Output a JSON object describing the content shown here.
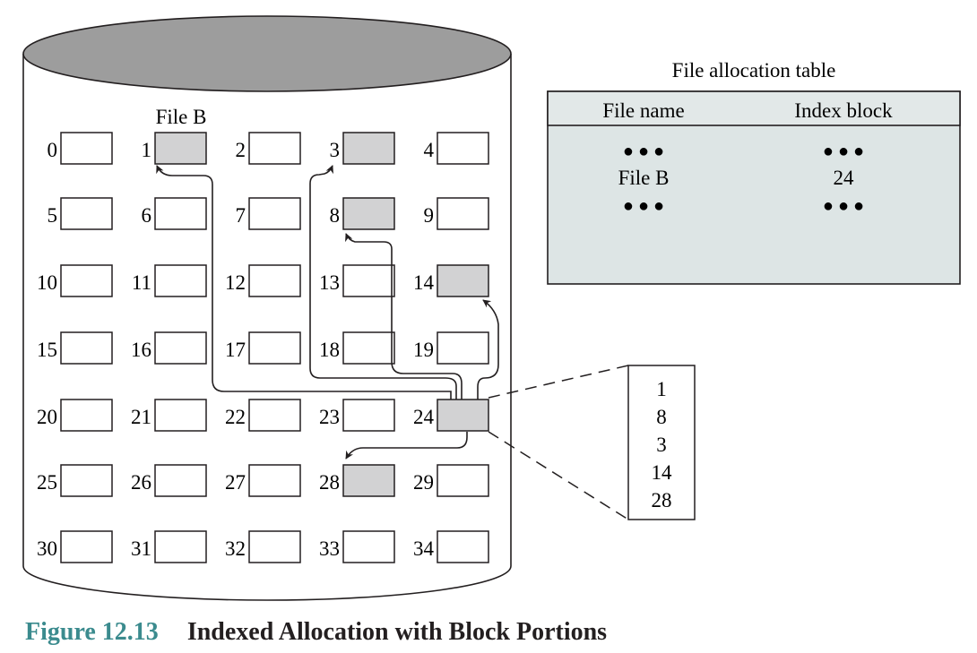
{
  "colors": {
    "accent": "#3b8b8e",
    "disk_top": "#9d9d9d",
    "allocated_block": "#d2d2d3",
    "table_header": "#e2e8e8",
    "table_body": "#dde5e5"
  },
  "disk": {
    "file_label": "File B",
    "blocks": [
      "0",
      "1",
      "2",
      "3",
      "4",
      "5",
      "6",
      "7",
      "8",
      "9",
      "10",
      "11",
      "12",
      "13",
      "14",
      "15",
      "16",
      "17",
      "18",
      "19",
      "20",
      "21",
      "22",
      "23",
      "24",
      "25",
      "26",
      "27",
      "28",
      "29",
      "30",
      "31",
      "32",
      "33",
      "34"
    ],
    "shaded_blocks": [
      "1",
      "3",
      "8",
      "14",
      "24",
      "28"
    ]
  },
  "index_block": {
    "entries": [
      "1",
      "8",
      "3",
      "14",
      "28"
    ]
  },
  "table": {
    "title": "File allocation table",
    "header_name": "File name",
    "header_index": "Index block",
    "ellipsis": "● ● ●",
    "row_name": "File B",
    "row_index": "24"
  },
  "caption": {
    "figure": "Figure 12.13",
    "title": "Indexed Allocation with Block Portions"
  }
}
